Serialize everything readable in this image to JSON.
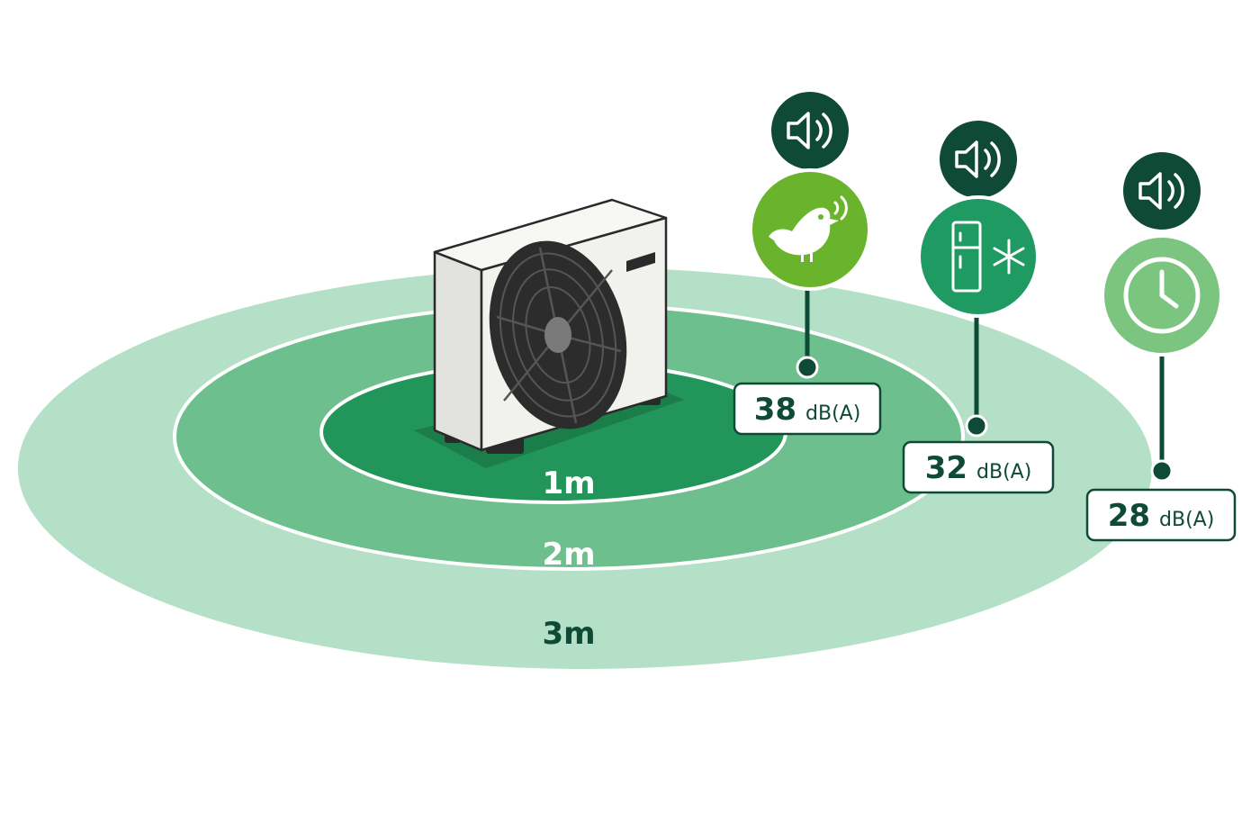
{
  "rings": [
    {
      "label": "1m",
      "color": "#21955A"
    },
    {
      "label": "2m",
      "color": "#6DBF8D"
    },
    {
      "label": "3m",
      "color": "#B3E0C6"
    }
  ],
  "markers": [
    {
      "icon": "bird-chirping-icon",
      "level_value": "38",
      "level_unit": "dB(A)",
      "color": "#6AB42D"
    },
    {
      "icon": "fridge-snowflake-icon",
      "level_value": "32",
      "level_unit": "dB(A)",
      "color": "#1E9A62"
    },
    {
      "icon": "clock-icon",
      "level_value": "28",
      "level_unit": "dB(A)",
      "color": "#7CC580"
    }
  ],
  "colors": {
    "dark_green": "#0E4A36",
    "label_text": "#0E4A36",
    "ring_text": "#ffffff",
    "ring_text_outer": "#0E4A36",
    "unit_body": "#F1F1EE",
    "unit_side": "#E2E2DE",
    "fan": "#2C2C2C"
  },
  "icons": {
    "speaker": "speaker-sound-icon"
  }
}
